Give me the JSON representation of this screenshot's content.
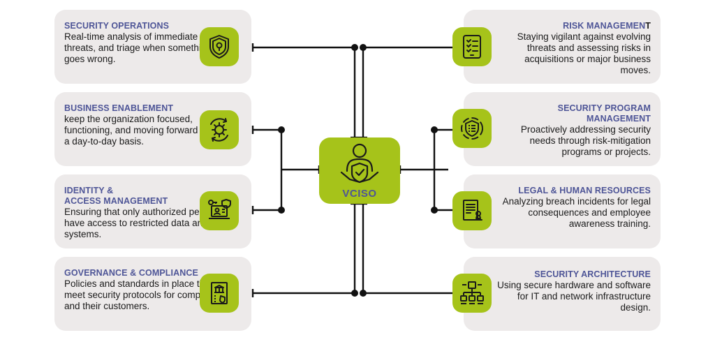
{
  "center": {
    "label": "VCISO",
    "icon": "person-shield-icon"
  },
  "cards": {
    "security_operations": {
      "title": "SECURITY OPERATIONS",
      "desc": "Real-time analysis of immediate threats, and triage when something goes wrong.",
      "icon": "shield-lock-icon"
    },
    "business_enablement": {
      "title": "BUSINESS ENABLEMENT",
      "desc": "keep the organization focused, functioning, and moving forward on a day-to-day basis.",
      "icon": "gear-cycle-icon"
    },
    "identity_access": {
      "title_line1": "IDENTITY &",
      "title_line2": "ACCESS MANAGEMENT",
      "desc": "Ensuring that only authorized people have access to restricted data and systems.",
      "icon": "id-laptop-icon"
    },
    "governance": {
      "title": "GOVERNANCE & COMPLIANCE",
      "desc": "Policies and standards in place that meet security protocols for company and their customers.",
      "icon": "compliance-document-icon"
    },
    "risk_management": {
      "title_main": "RISK MANAGEMEN",
      "title_last": "T",
      "desc": "Staying vigilant against evolving threats and assessing risks in acquisitions or major business moves.",
      "icon": "checklist-tablet-icon"
    },
    "security_program": {
      "title_line1": "SECURITY PROGRAM",
      "title_line2": "MANAGEMENT",
      "desc": "Proactively addressing security needs through risk-mitigation programs or projects.",
      "icon": "shield-list-icon"
    },
    "legal_hr": {
      "title": "LEGAL & HUMAN RESOURCES",
      "desc": "Analyzing breach incidents for legal consequences and employee awareness training.",
      "icon": "legal-document-stamp-icon"
    },
    "security_architecture": {
      "title": "SECURITY ARCHITECTURE",
      "desc": "Using secure hardware and software for IT and network infrastructure design.",
      "icon": "network-hierarchy-icon"
    }
  },
  "colors": {
    "accent": "#a6c31a",
    "title": "#4e5597",
    "card": "#edeaea",
    "line": "#111111"
  }
}
